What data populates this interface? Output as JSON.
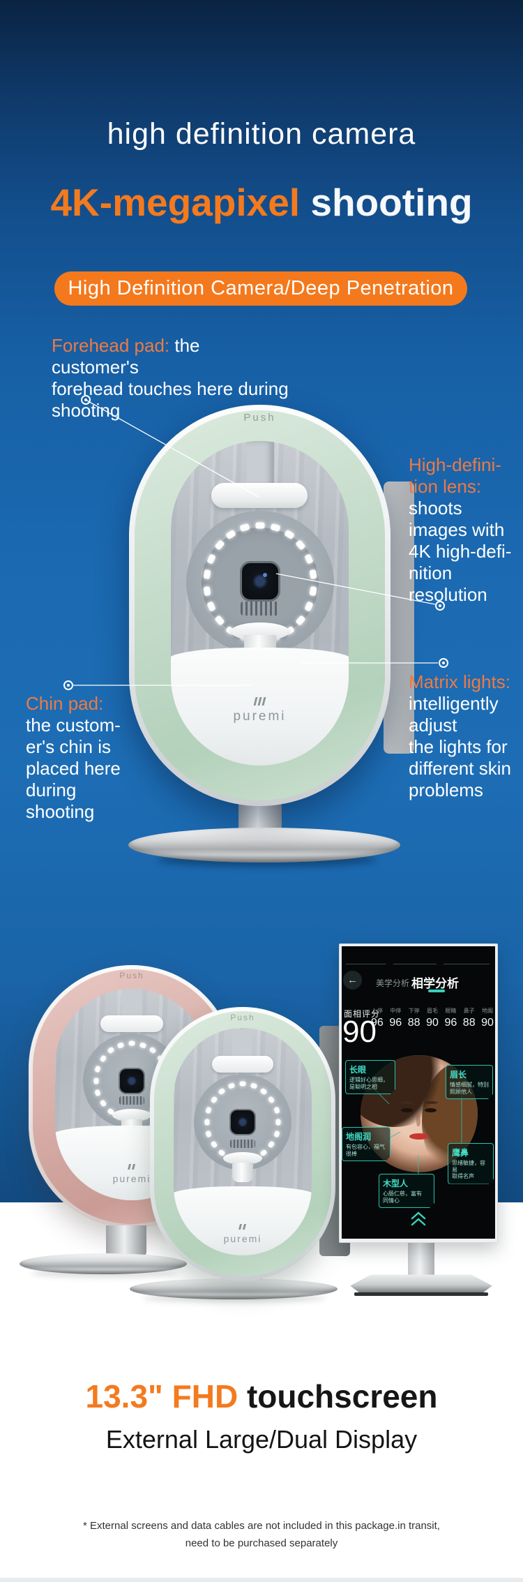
{
  "hero": {
    "title": "high definition camera",
    "headline": {
      "accent": "4K-megapixel",
      "rest": " shooting"
    },
    "banner": "High Definition Camera/Deep Penetration"
  },
  "annotations": {
    "forehead": {
      "head": "Forehead pad:",
      "inline_rest": " the customer's",
      "lines": [
        "forehead touches here during",
        "shooting"
      ]
    },
    "lens": {
      "head_line1": "High-defini-",
      "head_line2": "tion lens:",
      "lines": [
        "shoots",
        "images with",
        "4K high-defi-",
        "nition",
        "resolution"
      ]
    },
    "matrix": {
      "head": "Matrix lights:",
      "lines": [
        "intelligently",
        "adjust",
        "the lights for",
        "different skin",
        "problems"
      ]
    },
    "chin": {
      "head": "Chin pad:",
      "lines": [
        "the custom-",
        "er's chin is",
        "placed here",
        "during",
        "shooting"
      ]
    }
  },
  "device": {
    "push_label": "Push",
    "brand": "puremi"
  },
  "monitor_screen": {
    "back_icon": "←",
    "tabs": [
      {
        "label": "美学分析",
        "active": false
      },
      {
        "label": "相学分析",
        "active": true
      }
    ],
    "score_label": "面相评分",
    "score_value": "90",
    "metrics": {
      "categories": [
        "上停",
        "中停",
        "下停",
        "眉毛",
        "眼睛",
        "鼻子",
        "地阁"
      ],
      "values": [
        "96",
        "96",
        "88",
        "90",
        "96",
        "88",
        "90"
      ]
    },
    "callouts": [
      {
        "title": "长眼",
        "desc1": "逻辑好心思细，",
        "desc2": "是聪明之相"
      },
      {
        "title": "眉长",
        "desc1": "情感细腻，特别",
        "desc2": "照顾他人"
      },
      {
        "title": "地阁润",
        "desc1": "有包容心，福气",
        "desc2": "很棒"
      },
      {
        "title": "鹰鼻",
        "desc1": "思绪敏捷，容易",
        "desc2": "取得名声"
      },
      {
        "title": "木型人",
        "desc1": "心肠仁慈，富有",
        "desc2": "同情心"
      }
    ]
  },
  "footer": {
    "headline": {
      "accent": "13.3\" FHD",
      "rest": " touchscreen"
    },
    "subheadline": "External Large/Dual Display",
    "note_lines": [
      "* External screens and data cables are not included in this package.in transit,",
      "need to be purchased separately"
    ]
  },
  "colors": {
    "accent_orange": "#f47a1e",
    "annotation_orange": "#ed7a44",
    "background_blue": "#1b69b1",
    "mint_green": "#c6dccb",
    "rose_pink": "#d9afa9",
    "screen_teal": "#35d1ba"
  }
}
